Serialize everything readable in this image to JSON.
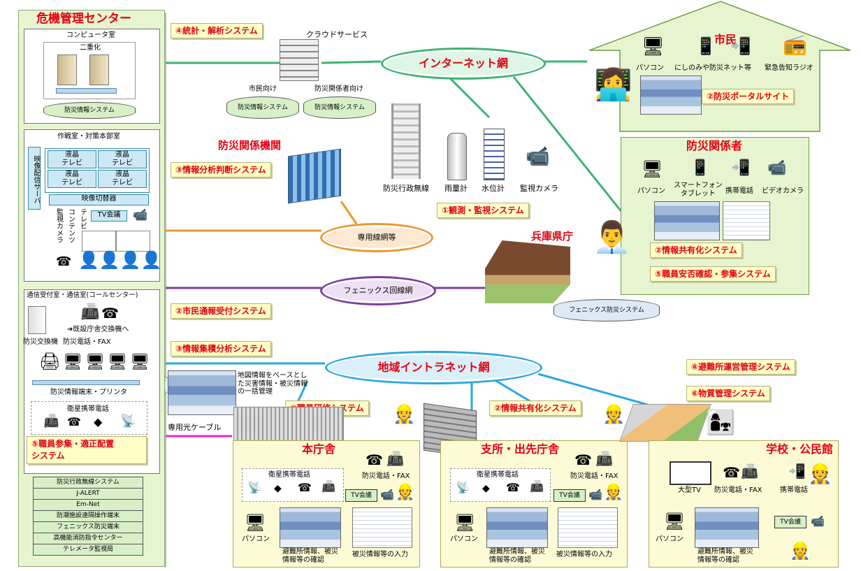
{
  "crisis_center": {
    "title": "危機管理センター",
    "computer_room": {
      "title": "コンピュータ室",
      "redundancy": "二重化",
      "system": "防災情報システム"
    },
    "ops_room": {
      "title": "作戦室・対策本部室",
      "video_server": "映像配信サーバ",
      "lcd_tv": [
        "液晶\nテレビ",
        "液晶\nテレビ",
        "液晶\nテレビ",
        "液晶\nテレビ"
      ],
      "video_switcher": "映像切替器",
      "sources": [
        "監視カメラ",
        "コンテンツ",
        "テレビ"
      ],
      "tv_conference": "TV会議"
    },
    "comm_room": {
      "title": "通信受付室・通信室(コールセンター)",
      "to_exchange": "既設庁舎交換機へ",
      "exchange": "防災交換機",
      "phone_fax": "防災電話・FAX",
      "terminals": "防災情報端末・プリンタ",
      "satellite": "衛星携帯電話"
    },
    "red_system": "⑤職員参集・適正配置\nシステム",
    "system_list": [
      "防災行政無線システム",
      "J-ALERT",
      "Em-Net",
      "防潮施設遠隔操作端末",
      "フェニックス防災端末",
      "高機能消防指令センター",
      "テレメータ監視局"
    ]
  },
  "systems": {
    "stats": "④統計・解析システム",
    "analysis": "③情報分析判断システム",
    "report": "②市民通報受付システム",
    "accumulation": "③情報集積分析システム",
    "monitoring": "①観測・監視システム",
    "training": "⑦職員研修システム",
    "sharing_branch": "②情報共有化システム",
    "shelter": "⑥避難所運営管理システム",
    "supplies": "⑥物質管理システム"
  },
  "cloud": {
    "title": "クラウドサービス",
    "citizen_label": "市民向け",
    "official_label": "防災関係者向け",
    "system": "防災情報システム"
  },
  "networks": {
    "internet": "インターネット網",
    "dedicated": "専用線網等",
    "phoenix": "フェニックス回線網",
    "intranet": "地域イントラネット網",
    "fiber": "専用光ケーブル"
  },
  "disaster_agency": "防災関係機関",
  "map_note": "地図情報をベースとし\nた災害情報・被災情報\nの一括管理",
  "observation": {
    "labels": [
      "防災行政無線",
      "雨量計",
      "水位計",
      "監視カメラ"
    ]
  },
  "prefecture": {
    "title": "兵庫県庁",
    "system": "フェニックス防災システム"
  },
  "citizens": {
    "title": "市民",
    "devices": [
      "パソコン",
      "にしのみや防災ネット等",
      "緊急告知ラジオ"
    ],
    "portal": "②防災ポータルサイト"
  },
  "officials": {
    "title": "防災関係者",
    "devices": [
      "パソコン",
      "スマートフォン\nタブレット",
      "携帯電話",
      "ビデオカメラ"
    ],
    "sharing": "②情報共有化システム",
    "safety": "⑤職員安否確認・参集システム"
  },
  "main_office": {
    "title": "本庁舎",
    "satellite": "衛星携帯電話",
    "phone_fax": "防災電話・FAX",
    "tv": "TV会議",
    "pc": "パソコン",
    "shelter_info": "避難所情報、被災\n情報等の確認",
    "input": "被災情報等の入力"
  },
  "branch_office": {
    "title": "支所・出先庁舎",
    "satellite": "衛星携帯電話",
    "phone_fax": "防災電話・FAX",
    "tv": "TV会議",
    "pc": "パソコン",
    "shelter_info": "避難所情報、被災\n情報等の確認",
    "input": "被災情報等の入力"
  },
  "school": {
    "title": "学校・公民館",
    "big_tv": "大型TV",
    "phone_fax": "防災電話・FAX",
    "mobile": "携帯電話",
    "tv": "TV会議",
    "pc": "パソコン",
    "shelter_info": "避難所情報、被災\n情報等の確認"
  },
  "colors": {
    "internet": "#3cb371",
    "dedicated": "#f0962e",
    "phoenix": "#7b3fa0",
    "intranet": "#29a7e1",
    "fiber": "#e629c8",
    "title_red": "#e60012",
    "panel_green": "#e6f5cf",
    "note_yellow": "#ffffc6"
  },
  "icons": [
    "server-icon",
    "pc-icon",
    "phone-icon",
    "fax-icon",
    "printer-icon",
    "camera-icon",
    "person-icon",
    "building-icon"
  ]
}
